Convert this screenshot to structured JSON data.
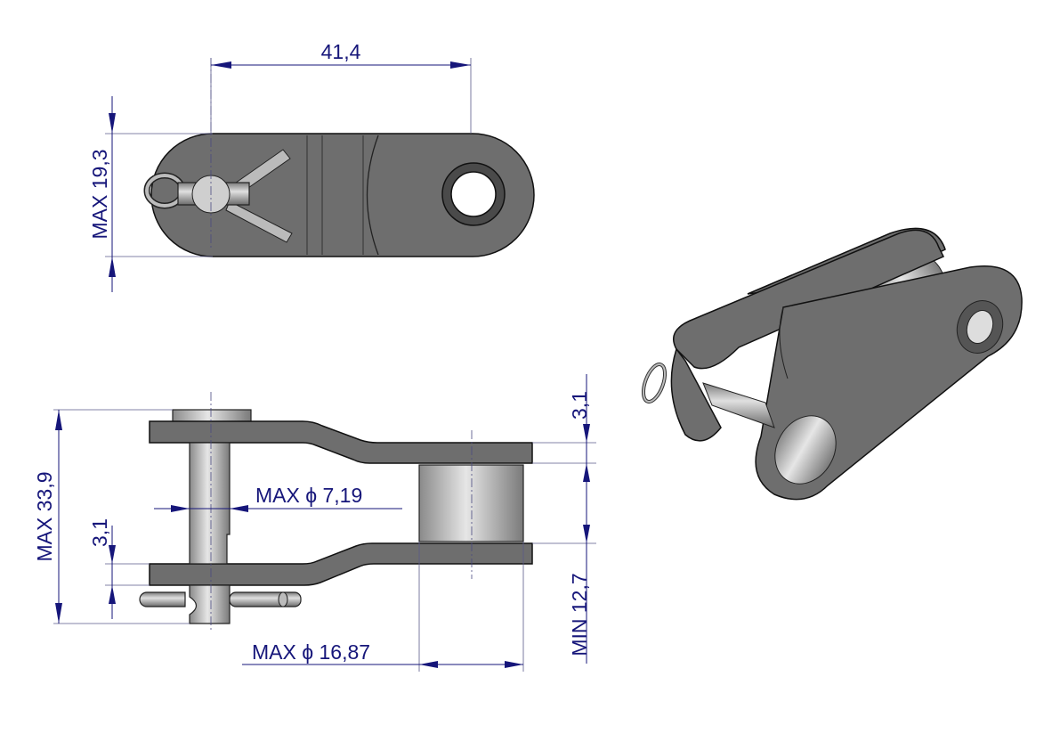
{
  "title": "Cranked link with cotter pin – dimensional drawing",
  "dimensions": {
    "pitch": "41,4",
    "plate_height": "MAX 19,3",
    "overall_width": "MAX 33,9",
    "plate_thickness_top": "3,1",
    "plate_thickness_left": "3,1",
    "inner_width": "MIN 12,7",
    "pin_diameter": "MAX ϕ 7,19",
    "roller_diameter": "MAX ϕ 16,87"
  },
  "colors": {
    "dimension": "#16167a",
    "steel": "#6e6e6e"
  }
}
